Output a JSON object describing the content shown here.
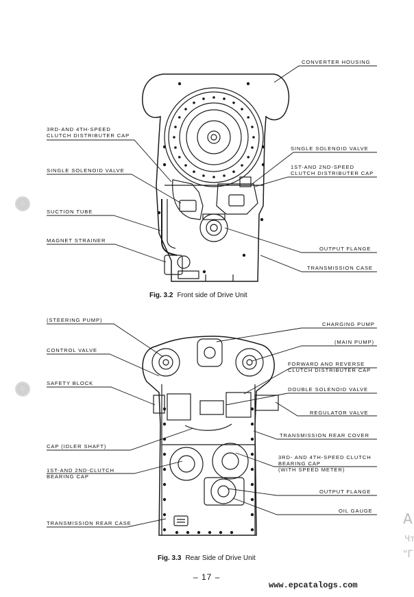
{
  "figure1": {
    "caption_number": "Fig. 3.2",
    "caption_text": "Front side of Drive Unit",
    "labels": {
      "converter_housing": "CONVERTER HOUSING",
      "clutch_cap_3_4": [
        "3RD-AND 4TH-SPEED",
        "CLUTCH DISTRIBUTER CAP"
      ],
      "single_solenoid_left": "SINGLE SOLENOID VALVE",
      "single_solenoid_right": "SINGLE SOLENOID VALVE",
      "clutch_cap_1_2": [
        "1ST-AND 2ND-SPEED",
        "CLUTCH DISTRIBUTER CAP"
      ],
      "suction_tube": "SUCTION TUBE",
      "magnet_strainer": "MAGNET STRAINER",
      "output_flange": "OUTPUT FLANGE",
      "transmission_case": "TRANSMISSION CASE"
    }
  },
  "figure2": {
    "caption_number": "Fig. 3.3",
    "caption_text": "Rear Side of Drive Unit",
    "labels": {
      "steering_pump": "(STEERING PUMP)",
      "charging_pump": "CHARGING PUMP",
      "main_pump": "(MAIN PUMP)",
      "control_valve": "CONTROL VALVE",
      "fwd_rev_cap": [
        "FORWARD AND REVERSE",
        "CLUTCH DISTRIBUTER CAP"
      ],
      "safety_block": "SAFETY BLOCK",
      "double_solenoid": "DOUBLE SOLENOID VALVE",
      "regulator_valve": "REGULATOR VALVE",
      "rear_cover": "TRANSMISSION REAR COVER",
      "cap_idler": "CAP (IDLER SHAFT)",
      "clutch_3_4_bearing": [
        "3RD- AND 4TH-SPEED CLUTCH",
        "BEARING CAP",
        "(WITH SPEED METER)"
      ],
      "clutch_1_2_bearing": [
        "1ST-AND 2ND-CLUTCH",
        "BEARING CAP"
      ],
      "output_flange": "OUTPUT FLANGE",
      "oil_gauge": "OIL GAUGE",
      "rear_case": "TRANSMISSION REAR CASE"
    }
  },
  "page_number": "– 17 –",
  "watermark_url": "www.epcatalogs.com",
  "margin_text": [
    "А",
    "Чт",
    "\"Г"
  ]
}
